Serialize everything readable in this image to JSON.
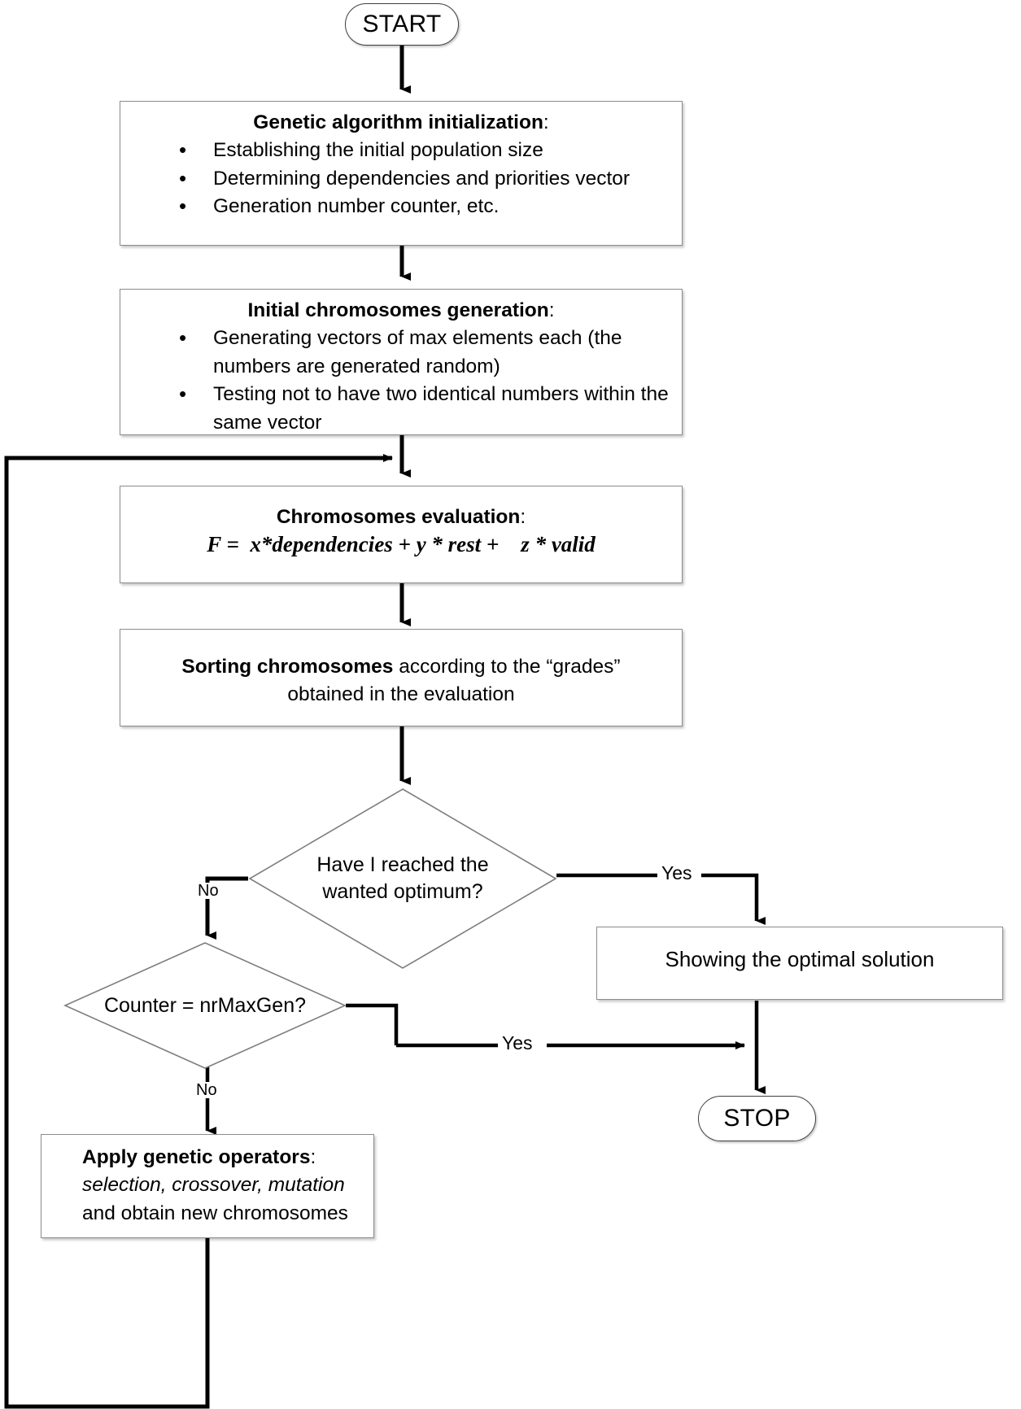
{
  "diagram": {
    "title": "Genetic algorithm flowchart",
    "colors": {
      "line": "#000000",
      "box_border": "#8c8c8c",
      "terminator_border": "#3f3f3f",
      "background": "#ffffff",
      "text": "#000000"
    }
  },
  "nodes": {
    "start": {
      "label": "START",
      "shape": "terminator"
    },
    "init": {
      "shape": "process",
      "title_bold": "Genetic algorithm initialization",
      "title_plain": ":",
      "bullets": [
        "Establishing the initial population size",
        "Determining dependencies and priorities vector",
        "Generation number counter, etc."
      ]
    },
    "chromosome_generation": {
      "shape": "process",
      "title_bold": "Initial chromosomes generation",
      "title_plain": ":",
      "bullets": [
        "Generating vectors of max elements each (the numbers are generated random)",
        "Testing not to have two identical numbers within the same vector"
      ]
    },
    "evaluation": {
      "shape": "process",
      "title_bold": "Chromosomes evaluation",
      "title_plain": ":",
      "formula": "F =  x*dependencies + y * rest +    z * valid"
    },
    "sorting": {
      "shape": "process",
      "text_bold": "Sorting chromosomes",
      "text_rest": " according to the “grades”",
      "text_line2": "obtained in the evaluation"
    },
    "decision_optimum": {
      "shape": "decision",
      "line1": "Have I reached the",
      "line2": "wanted optimum?"
    },
    "decision_counter": {
      "shape": "decision",
      "text": "Counter = nrMaxGen?"
    },
    "show_solution": {
      "shape": "process",
      "text": "Showing the optimal solution"
    },
    "apply_operators": {
      "shape": "process",
      "title_bold": "Apply genetic operators",
      "title_plain": ":",
      "line2_italic": "selection, crossover, mutation",
      "line3": "and obtain new chromosomes"
    },
    "stop": {
      "label": "STOP",
      "shape": "terminator"
    }
  },
  "edge_labels": {
    "optimum_no": "No",
    "optimum_yes": "Yes",
    "counter_no": "No",
    "counter_yes": "Yes"
  }
}
